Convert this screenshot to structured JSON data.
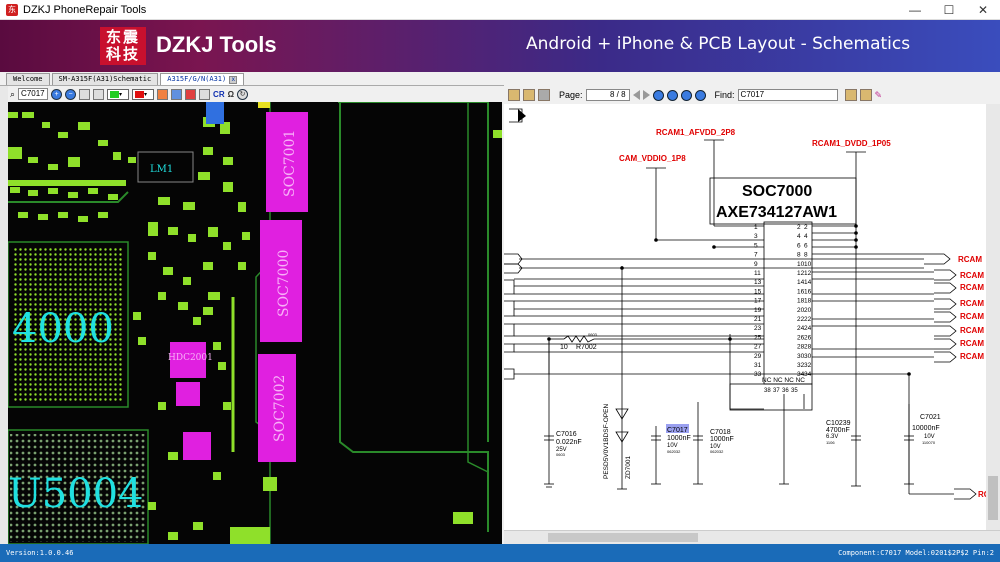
{
  "window": {
    "title": "DZKJ PhoneRepair Tools",
    "icon_text": "东",
    "controls": [
      "—",
      "☐",
      "✕"
    ]
  },
  "banner": {
    "logo_text": "东震科技",
    "brand": "DZKJ Tools",
    "subtitle": "Android + iPhone & PCB Layout - Schematics"
  },
  "tabs": [
    {
      "label": "Welcome",
      "active": false
    },
    {
      "label": "SM-A315F(A31)Schematic",
      "active": false
    },
    {
      "label": "A315F/G/N(A31)",
      "active": true
    }
  ],
  "left_toolbar": {
    "search_value": "C7017",
    "cr_label": "CR",
    "omega_label": "Ω",
    "color1": "#22cc22",
    "color2": "#e01010"
  },
  "pcb": {
    "labels": {
      "soc7001": "SOC7001",
      "soc7000": "SOC7000",
      "soc7002": "SOC7002",
      "hdc": "HDC2001",
      "u4000": "4000",
      "u5004": "U5004",
      "chip": "LM1"
    },
    "colors": {
      "pad": "#8fe02a",
      "magenta": "#e020e0",
      "cyan": "#20e0e0",
      "outline": "#2a8a2a"
    }
  },
  "right_toolbar": {
    "page_label": "Page:",
    "page_value": "8 / 8",
    "find_label": "Find:",
    "find_value": "C7017"
  },
  "schematic": {
    "ic_name": "SOC7000",
    "ic_part": "AXE734127AW1",
    "nets": {
      "afvdd": "RCAM1_AFVDD_2P8",
      "vddio": "CAM_VDDIO_1P8",
      "dvdd": "RCAM1_DVDD_1P05"
    },
    "right_net_label": "RCAM",
    "left_pins": [
      "1",
      "3",
      "5",
      "7",
      "9",
      "11",
      "13",
      "15",
      "17",
      "19",
      "21",
      "23",
      "25",
      "27",
      "29",
      "31",
      "33"
    ],
    "right_pins_inner": [
      "2",
      "4",
      "6",
      "8",
      "10",
      "12",
      "14",
      "16",
      "18",
      "20",
      "22",
      "24",
      "26",
      "28",
      "30",
      "32",
      "34"
    ],
    "nc_label": "NC NC NC NC",
    "bottom_pins": [
      "38",
      "37",
      "36",
      "35"
    ],
    "components": {
      "r7002": {
        "ref": "R7002",
        "value": "10",
        "pkg": "0603"
      },
      "c7016": {
        "ref": "C7016",
        "value": "0.022nF",
        "volt": "25V",
        "pkg": "0603"
      },
      "d7001_part": "PESD5V0V1BDSF-OPEN",
      "d7001": "ZD7001",
      "c7017": {
        "ref": "C7017",
        "value": "1000nF",
        "volt": "10V",
        "pkg": "062032"
      },
      "c7018": {
        "ref": "C7018",
        "value": "1000nF",
        "volt": "10V",
        "pkg": "062032"
      },
      "c10239": {
        "ref": "C10239",
        "value": "4700nF",
        "volt": "6.3V",
        "pkg": "1106"
      },
      "c7021": {
        "ref": "C7021",
        "value": "10000nF",
        "volt": "10V",
        "pkg": "110070"
      }
    },
    "colors": {
      "net": "#e00000",
      "wire": "#000000",
      "highlight": "#9aa0f0"
    }
  },
  "statusbar": {
    "version": "Version:1.0.0.46",
    "component": "Component:C7017 Model:0201$2P$2 Pin:2"
  }
}
